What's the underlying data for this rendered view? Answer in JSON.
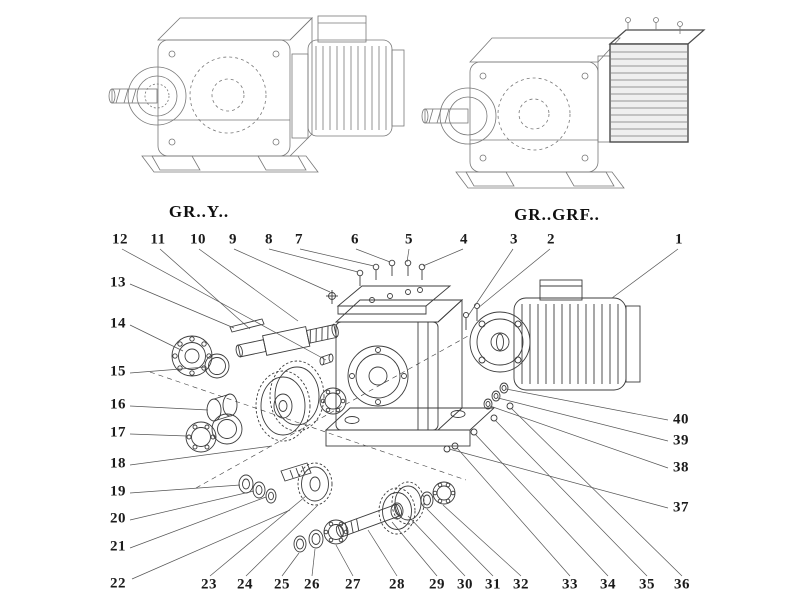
{
  "diagram": {
    "type": "exploded-parts-diagram",
    "subject": "helical gearmotor",
    "variants": [
      {
        "label": "GR..Y.."
      },
      {
        "label": "GR..GRF.."
      }
    ]
  },
  "callouts": {
    "top": [
      "12",
      "11",
      "10",
      "9",
      "8",
      "7",
      "6",
      "5",
      "4",
      "3",
      "2",
      "1"
    ],
    "left": [
      "13",
      "14",
      "15",
      "16",
      "17",
      "18",
      "19",
      "20",
      "21",
      "22"
    ],
    "bottom": [
      "23",
      "24",
      "25",
      "26",
      "27",
      "28",
      "29",
      "30",
      "31",
      "32",
      "33",
      "34",
      "35",
      "36"
    ],
    "right": [
      "40",
      "39",
      "38",
      "37"
    ]
  },
  "colors": {
    "background": "#ffffff",
    "fine_line": "#787878",
    "part_line": "#3c3c3c",
    "leader_line": "#555555",
    "text": "#1b1b1b"
  }
}
